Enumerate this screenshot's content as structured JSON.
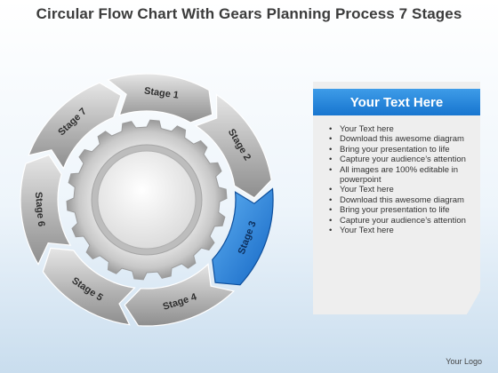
{
  "title": "Circular Flow Chart With Gears Planning Process 7 Stages",
  "stages": [
    {
      "label": "Stage 1",
      "highlighted": false
    },
    {
      "label": "Stage 2",
      "highlighted": false
    },
    {
      "label": "Stage 3",
      "highlighted": true
    },
    {
      "label": "Stage 4",
      "highlighted": false
    },
    {
      "label": "Stage 5",
      "highlighted": false
    },
    {
      "label": "Stage 6",
      "highlighted": false
    },
    {
      "label": "Stage 7",
      "highlighted": false
    }
  ],
  "panel": {
    "heading": "Your Text Here",
    "bullets": [
      "Your Text here",
      "Download this awesome diagram",
      "Bring your presentation to life",
      "Capture your audience’s attention",
      "All images are 100% editable in powerpoint",
      "Your Text here",
      "Download this awesome diagram",
      "Bring your presentation to life",
      "Capture your audience’s attention",
      "Your Text here"
    ]
  },
  "footer": {
    "logo_text": "Your Logo"
  },
  "colors": {
    "highlight": "#2a82de",
    "segment_gray": "#a9a9a9",
    "header_blue": "#1f7fd8"
  }
}
